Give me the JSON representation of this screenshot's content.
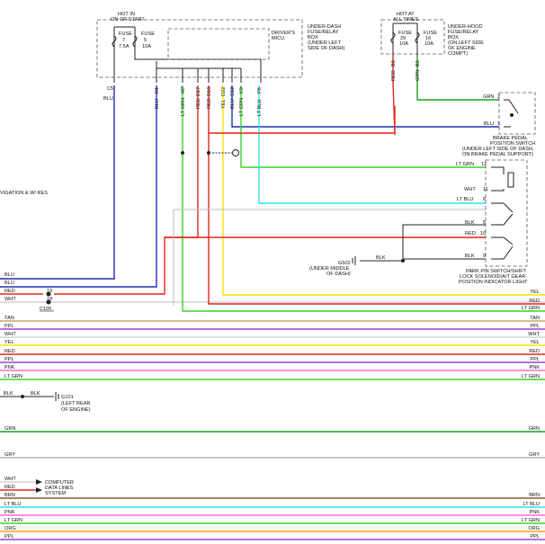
{
  "header": {
    "hot_run_1": "HOT IN",
    "hot_run_2": "ON OR START",
    "hot_all_1": "HOT AT",
    "hot_all_2": "ALL TIMES"
  },
  "underdash_box": {
    "label": [
      "UNDER-DASH",
      "FUSE/RELAY",
      "BOX",
      "(UNDER LEFT",
      "SIDE OF DASH)"
    ],
    "fuse7": [
      "FUSE",
      "7",
      "7.5A"
    ],
    "fuse5": [
      "FUSE",
      "5",
      "10A"
    ],
    "micu": [
      "DRIVER'S",
      "MICU"
    ]
  },
  "underhood_box": {
    "label": [
      "UNDER-HOOD",
      "FUSE/RELAY",
      "BOX",
      "(ON LEFT SIDE",
      "OF ENGINE",
      "COMPT)"
    ],
    "fuse29": [
      "FUSE",
      "29",
      "10A"
    ],
    "fuse16": [
      "FUSE",
      "16",
      "10A"
    ]
  },
  "connectors": {
    "c5": "C5",
    "d1": "D1",
    "m7": "M7",
    "d17": "D17",
    "d16": "D16",
    "d22": "D22",
    "c12": "C12",
    "k9": "K9",
    "p6": "P6",
    "b6": "B6",
    "b5": "B5"
  },
  "vertical_wires": {
    "blu1": "BLU",
    "blu2": "BLU",
    "ltgrn": "LT GRN",
    "red1": "RED",
    "red2": "RED",
    "yel": "YEL",
    "blu3": "BLU",
    "ltgrn2": "LT GRN",
    "ltblu": "LT BLU",
    "red_hood": "RED",
    "grn_hood": "GRN"
  },
  "brake_switch": {
    "wire_grn": "GRN",
    "pin2": "2",
    "wire_blu": "BLU",
    "pin1": "1",
    "label": [
      "BRAKE PEDAL",
      "POSITION SWITCH",
      "(UNDER LEFT SIDE OF DASH,",
      "ON BRAKE PEDAL SUPPORT)"
    ]
  },
  "park_switch": {
    "pins": [
      {
        "wire": "LT GRN",
        "pin": "12"
      },
      {
        "wire": "WHT",
        "pin": "11"
      },
      {
        "wire": "LT BLU",
        "pin": "6"
      },
      {
        "wire": "BLK",
        "pin": "5"
      },
      {
        "wire": "RED",
        "pin": "10"
      },
      {
        "wire": "BLK",
        "pin": "9"
      }
    ],
    "label": [
      "PARK PIN SWITCH/SHIFT",
      "LOCK SOLENOID/A/T GEAR",
      "POSITION INDICATOR LIGHT"
    ]
  },
  "g502": {
    "wire": "BLK",
    "name": "G502",
    "loc": [
      "(UNDER MIDDLE",
      "OF DASH)"
    ]
  },
  "left_note": "VIGATION & W/ RES",
  "c105": {
    "name": "C105",
    "pin19": "19",
    "pin18": "18"
  },
  "g101": {
    "wire1": "BLK",
    "wire2": "BLK",
    "name": "G101",
    "loc": [
      "(LEFT REAR",
      "OF ENGINE)"
    ]
  },
  "computer_lines": [
    "COMPUTER",
    "DATA LINES",
    "SYSTEM"
  ],
  "left_wires": [
    {
      "label": "BLU"
    },
    {
      "label": "BLU"
    },
    {
      "label": "RED"
    },
    {
      "label": "WHT"
    },
    {
      "label": "TAN"
    },
    {
      "label": "PPL"
    },
    {
      "label": "WHT"
    },
    {
      "label": "YEL"
    },
    {
      "label": "RED"
    },
    {
      "label": "PPL"
    },
    {
      "label": "PNK"
    },
    {
      "label": "LT GRN"
    },
    {
      "label": "BLK"
    },
    {
      "label": "GRN"
    },
    {
      "label": "GRY"
    },
    {
      "label": "WHT"
    },
    {
      "label": "RED"
    },
    {
      "label": "BRN"
    },
    {
      "label": "LT BLU"
    },
    {
      "label": "PNK"
    },
    {
      "label": "LT GRN"
    },
    {
      "label": "ORG"
    },
    {
      "label": "PPL"
    }
  ],
  "right_wires": [
    {
      "label": "YEL"
    },
    {
      "label": "RED"
    },
    {
      "label": "LT GRN"
    },
    {
      "label": "TAN"
    },
    {
      "label": "PPL"
    },
    {
      "label": "WHT"
    },
    {
      "label": "YEL"
    },
    {
      "label": "RED"
    },
    {
      "label": "PPL"
    },
    {
      "label": "PNK"
    },
    {
      "label": "LT GRN"
    },
    {
      "label": "GRN"
    },
    {
      "label": "GRY"
    },
    {
      "label": "BRN"
    },
    {
      "label": "LT BLU"
    },
    {
      "label": "PNK"
    },
    {
      "label": "LT GRN"
    },
    {
      "label": "ORG"
    },
    {
      "label": "PPL"
    }
  ],
  "colors": {
    "blu": "#1f2fb5",
    "red": "#e0261c",
    "yel": "#f2e600",
    "ltgrn": "#33d624",
    "ltblu": "#2fe0e8",
    "grn": "#1aa21a",
    "tan": "#c8a46a",
    "ppl": "#a23dd1",
    "pnk": "#ff6fc8",
    "wht": "#d4d4d4",
    "brn": "#8b5a2b",
    "org": "#ff9a1f",
    "gry": "#b4b4b4",
    "blk": "#222222"
  }
}
